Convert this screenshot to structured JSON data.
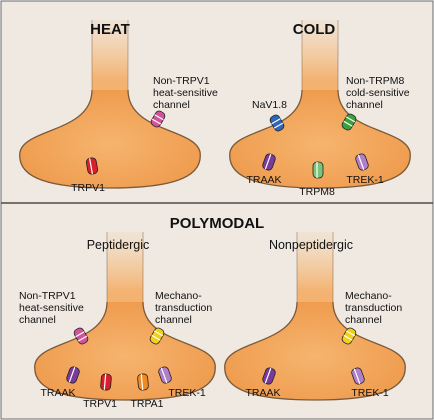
{
  "top_panel": {
    "heat": {
      "title": "HEAT",
      "channels": {
        "nontrpv1_line1": "Non-TRPV1",
        "nontrpv1_line2": "heat-sensitive",
        "nontrpv1_line3": "channel",
        "trpv1": "TRPV1"
      }
    },
    "cold": {
      "title": "COLD",
      "channels": {
        "nav18": "NaV1.8",
        "nontrpm8_line1": "Non-TRPM8",
        "nontrpm8_line2": "cold-sensitive",
        "nontrpm8_line3": "channel",
        "traak": "TRAAK",
        "trpm8": "TRPM8",
        "trek1": "TREK-1"
      }
    }
  },
  "bottom_panel": {
    "title": "POLYMODAL",
    "peptidergic": {
      "title": "Peptidergic",
      "channels": {
        "nontrpv1_line1": "Non-TRPV1",
        "nontrpv1_line2": "heat-sensitive",
        "nontrpv1_line3": "channel",
        "mech_line1": "Mechano-",
        "mech_line2": "transduction",
        "mech_line3": "channel",
        "traak": "TRAAK",
        "trpv1": "TRPV1",
        "trpa1": "TRPA1",
        "trek1": "TREK-1"
      }
    },
    "nonpeptidergic": {
      "title": "Nonpeptidergic",
      "channels": {
        "mech_line1": "Mechano-",
        "mech_line2": "transduction",
        "mech_line3": "channel",
        "traak": "TRAAK",
        "trek1": "TREK-1"
      }
    }
  },
  "colors": {
    "panel_bg": "#efe9e2",
    "terminal_fill": "#f0a95f",
    "red": "#d8202b",
    "pink": "#d2539a",
    "blue": "#2f66b8",
    "green": "#3aa23c",
    "light_green": "#7ac47a",
    "purple": "#7a3a9a",
    "lavender": "#b07fc7",
    "yellow": "#f2cf1a",
    "orange": "#f08a24"
  }
}
